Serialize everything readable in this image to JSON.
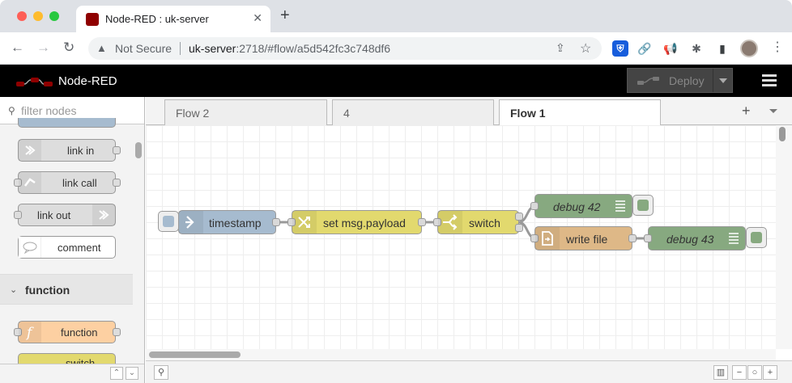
{
  "browser": {
    "tab_title": "Node-RED : uk-server",
    "new_tab": "+",
    "security_label": "Not Secure",
    "url_host": "uk-server",
    "url_rest": ":2718/#flow/a5d542fc3c748df6"
  },
  "app": {
    "title": "Node-RED",
    "deploy_label": "Deploy"
  },
  "palette": {
    "filter_placeholder": "filter nodes",
    "nodes": [
      {
        "label": "link in",
        "color": "#dddddd"
      },
      {
        "label": "link call",
        "color": "#dddddd"
      },
      {
        "label": "link out",
        "color": "#dddddd"
      },
      {
        "label": "comment",
        "color": "#ffffff"
      }
    ],
    "category": "function",
    "function_nodes": [
      {
        "label": "function",
        "color": "#fdd0a2"
      },
      {
        "label": "switch",
        "color": "#e2d96e"
      }
    ]
  },
  "workspace": {
    "tabs": [
      {
        "label": "Flow 2",
        "active": false
      },
      {
        "label": "4",
        "active": false
      },
      {
        "label": "Flow 1",
        "active": true
      }
    ],
    "add_tab": "+"
  },
  "flow": {
    "nodes": [
      {
        "id": "timestamp",
        "label": "timestamp",
        "color": "#a6bbcf",
        "type": "inject"
      },
      {
        "id": "set",
        "label": "set msg.payload",
        "color": "#e2d96e",
        "type": "change"
      },
      {
        "id": "switch",
        "label": "switch",
        "color": "#e2d96e",
        "type": "switch"
      },
      {
        "id": "debug42",
        "label": "debug 42",
        "color": "#87a980",
        "type": "debug"
      },
      {
        "id": "write",
        "label": "write file",
        "color": "#deb887",
        "type": "file"
      },
      {
        "id": "debug43",
        "label": "debug 43",
        "color": "#87a980",
        "type": "debug"
      }
    ]
  },
  "colors": {
    "header_bg": "#000000",
    "logo_red": "#8f0000",
    "grid": "#eeeeee"
  }
}
